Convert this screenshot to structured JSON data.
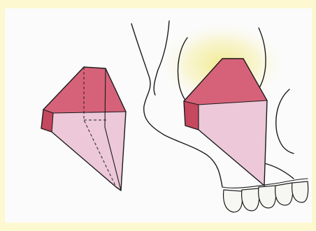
{
  "colors": {
    "frame": "#fdf8cf",
    "background": "#fbfbfb",
    "pyramid_top": "#d6627a",
    "pyramid_side": "#c5485f",
    "pyramid_front": "#ecc8d8",
    "glow": "#f4ef9c",
    "outline": "#1a1a1a"
  },
  "elements": [
    "isolated-pyramid-block",
    "skull-profile-outline",
    "pyramid-block-in-maxilla",
    "teeth-row"
  ]
}
